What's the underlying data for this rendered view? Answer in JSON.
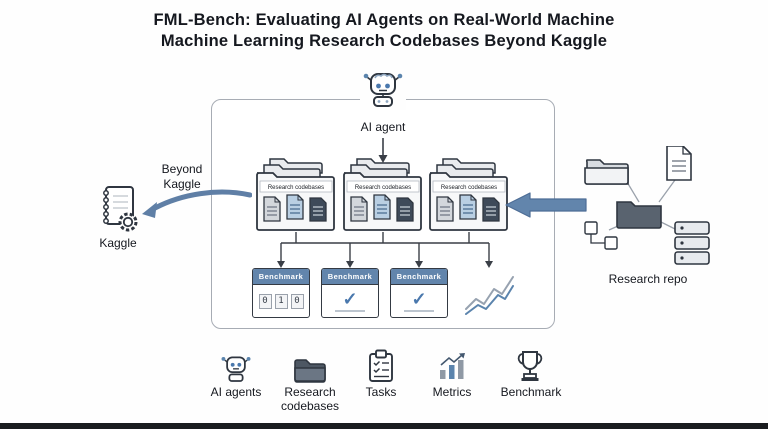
{
  "title": {
    "line1": "FML-Bench: Evaluating AI Agents on Real-World Machine",
    "line2": "Machine Learning Research Codebases Beyond Kaggle"
  },
  "agent": {
    "label": "AI agent"
  },
  "codebases": [
    {
      "label": "Research codebases"
    },
    {
      "label": "Research codebases"
    },
    {
      "label": "Research codebases"
    }
  ],
  "benchmarks": [
    {
      "label": "Benchmark",
      "digits": [
        "0",
        "1",
        "0"
      ]
    },
    {
      "label": "Benchmark",
      "check": "✓"
    },
    {
      "label": "Benchmark",
      "check": "✓"
    }
  ],
  "left_panel": {
    "beyond_kaggle": "Beyond Kaggle",
    "kaggle_label": "Kaggle"
  },
  "right_panel": {
    "label": "Research repo"
  },
  "legend": [
    {
      "label": "AI agents",
      "icon": "robot-icon"
    },
    {
      "label": "Research codebases",
      "icon": "folder-icon"
    },
    {
      "label": "Tasks",
      "icon": "clipboard-icon"
    },
    {
      "label": "Metrics",
      "icon": "bar-chart-icon"
    },
    {
      "label": "Benchmark",
      "icon": "trophy-icon"
    }
  ],
  "icons": {
    "agent": "robot-icon",
    "codebase_stack": "folder-stack-icon",
    "kaggle": "notebook-gear-icon",
    "research_repo": [
      "folder-icon",
      "file-icon",
      "server-icon",
      "tree-icon"
    ],
    "flow": [
      "down-arrow-icon",
      "curved-arrow-icon",
      "block-arrow-icon"
    ],
    "metrics_chart": "line-chart-icon"
  },
  "colors": {
    "accent_blue": "#6285ac",
    "doc_blue": "#b9cfe3",
    "dark_outline": "#2f3640",
    "text": "#15181f"
  }
}
